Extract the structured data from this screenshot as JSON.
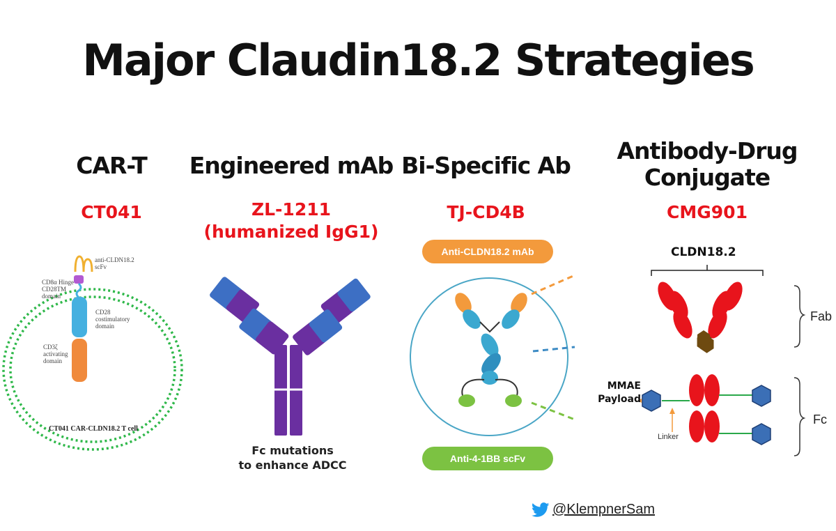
{
  "title": "Major Claudin18.2 Strategies",
  "columns": [
    {
      "heading": "CAR-T",
      "drug": "CT041"
    },
    {
      "heading": "Engineered mAb",
      "drug": "ZL-1211",
      "drug_note": "(humanized IgG1)"
    },
    {
      "heading": "Bi-Specific Ab",
      "drug": "TJ-CD4B"
    },
    {
      "heading_line1": "Antibody-Drug",
      "heading_line2": "Conjugate",
      "drug": "CMG901"
    }
  ],
  "cart": {
    "scfv_label_1": "anti-CLDN18.2",
    "scfv_label_2": "scFv",
    "hinge_label_1": "CD8α Hinge",
    "hinge_label_2": "CD28TM",
    "hinge_label_3": "domain",
    "cost_label_1": "CD28",
    "cost_label_2": "costimulatory",
    "cost_label_3": "domain",
    "act_label_1": "CD3ζ",
    "act_label_2": "activating",
    "act_label_3": "domain",
    "cell_label": "CT041 CAR-CLDN18.2 T cell"
  },
  "mab": {
    "caption_line1": "Fc mutations",
    "caption_line2": "to enhance ADCC"
  },
  "bispecific": {
    "top_pill": "Anti-CLDN18.2 mAb",
    "bottom_pill": "Anti-4-1BB scFv"
  },
  "adc": {
    "target_label": "CLDN18.2",
    "fab_label": "Fab",
    "fc_label": "Fc",
    "payload_line1": "MMAE",
    "payload_line2": "Payload",
    "linker_label": "Linker"
  },
  "footer": {
    "handle": "@KlempnerSam"
  },
  "colors": {
    "accent_red": "#e8141c",
    "mab_purple": "#6a2fa0",
    "mab_blue": "#3d6fc4",
    "bispecific_orange": "#f39a3c",
    "bispecific_green": "#7cc242",
    "adc_red": "#e8141c",
    "adc_brown": "#6e4a10",
    "payload_blue": "#3b6fb6"
  }
}
